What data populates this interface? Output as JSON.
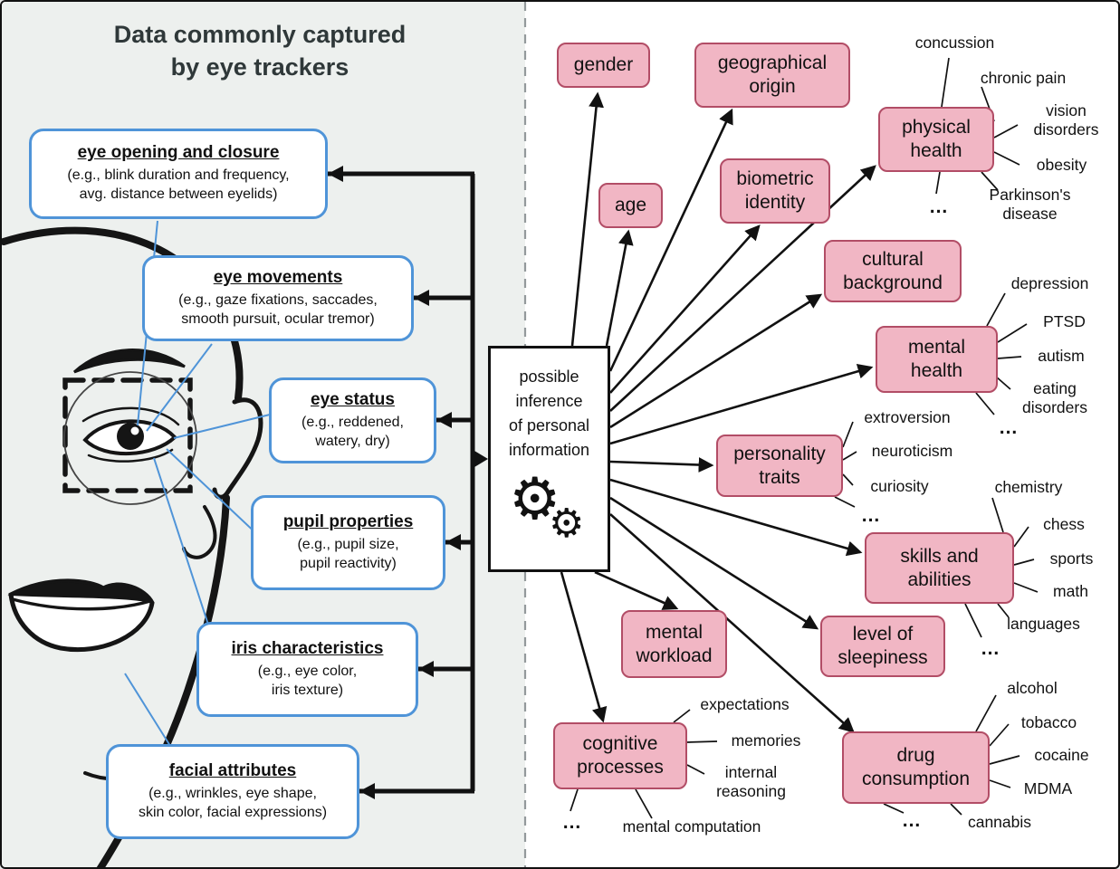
{
  "title": "Data commonly captured\nby eye trackers",
  "captured_boxes": [
    {
      "heading": "eye opening and closure",
      "detail": "(e.g., blink duration and frequency,\navg. distance between eyelids)"
    },
    {
      "heading": "eye movements",
      "detail": "(e.g., gaze fixations, saccades,\nsmooth pursuit, ocular tremor)"
    },
    {
      "heading": "eye status",
      "detail": "(e.g., reddened,\nwatery, dry)"
    },
    {
      "heading": "pupil properties",
      "detail": "(e.g., pupil size,\npupil reactivity)"
    },
    {
      "heading": "iris characteristics",
      "detail": "(e.g., eye color,\niris texture)"
    },
    {
      "heading": "facial attributes",
      "detail": "(e.g., wrinkles, eye shape,\nskin color, facial expressions)"
    }
  ],
  "center_box": {
    "text": "possible\ninference\nof personal\ninformation",
    "gears_icon": "⚙"
  },
  "inference_nodes": [
    {
      "label": "gender",
      "children": []
    },
    {
      "label": "geographical origin",
      "children": []
    },
    {
      "label": "age",
      "children": []
    },
    {
      "label": "biometric identity",
      "children": []
    },
    {
      "label": "physical health",
      "children": [
        "concussion",
        "chronic pain",
        "vision disorders",
        "obesity",
        "Parkinson's disease",
        "..."
      ]
    },
    {
      "label": "cultural background",
      "children": []
    },
    {
      "label": "mental health",
      "children": [
        "depression",
        "PTSD",
        "autism",
        "eating disorders",
        "..."
      ]
    },
    {
      "label": "personality traits",
      "children": [
        "extroversion",
        "neuroticism",
        "curiosity",
        "..."
      ]
    },
    {
      "label": "skills and abilities",
      "children": [
        "chemistry",
        "chess",
        "sports",
        "math",
        "languages",
        "..."
      ]
    },
    {
      "label": "mental workload",
      "children": []
    },
    {
      "label": "level of sleepiness",
      "children": []
    },
    {
      "label": "cognitive processes",
      "children": [
        "expectations",
        "memories",
        "internal reasoning",
        "mental computation",
        "..."
      ]
    },
    {
      "label": "drug consumption",
      "children": [
        "alcohol",
        "tobacco",
        "cocaine",
        "MDMA",
        "cannabis",
        "..."
      ]
    }
  ],
  "colors": {
    "captured_box_border": "#4f94d8",
    "inference_box_fill": "#f1b6c4",
    "inference_box_border": "#b24d66",
    "left_panel_bg": "#edf0ee",
    "line_color": "#111111"
  }
}
